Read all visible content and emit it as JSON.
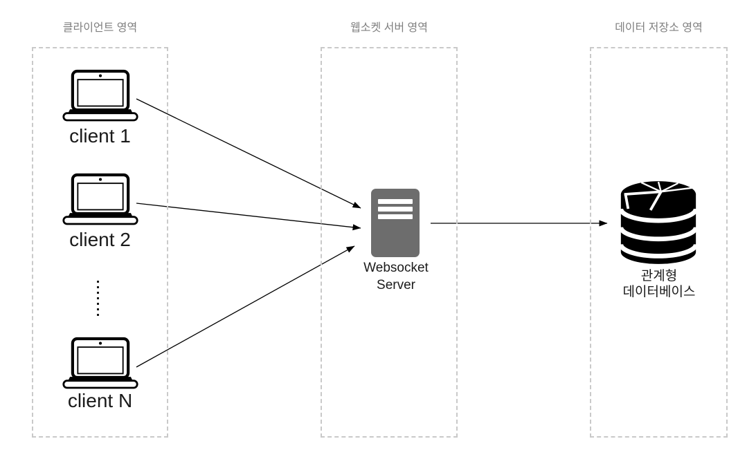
{
  "zones": [
    {
      "id": "clients",
      "title": "클라이언트 영역"
    },
    {
      "id": "websocket-server",
      "title": "웹소켓 서버 영역"
    },
    {
      "id": "data-storage",
      "title": "데이터 저장소 영역"
    }
  ],
  "clients": [
    {
      "id": "client-1",
      "label": "client 1"
    },
    {
      "id": "client-2",
      "label": "client 2"
    },
    {
      "id": "client-n",
      "label": "client N"
    }
  ],
  "server": {
    "label": [
      "Websocket",
      "Server"
    ]
  },
  "database": {
    "label": [
      "관계형",
      "데이터베이스"
    ]
  },
  "connections": [
    {
      "from": "client-1",
      "to": "websocket-server"
    },
    {
      "from": "client-2",
      "to": "websocket-server"
    },
    {
      "from": "client-n",
      "to": "websocket-server"
    },
    {
      "from": "websocket-server",
      "to": "relational-database"
    }
  ],
  "icons": {
    "client": "laptop-icon",
    "server": "server-icon",
    "database": "database-cylinder-icon",
    "clients_more": "vertical-ellipsis-dots"
  },
  "colors": {
    "background": "#ffffff",
    "zone_border": "#c9c9c9",
    "zone_title_text": "#7f7f7f",
    "server_fill": "#6d6d6d",
    "icon_color": "#000000",
    "label_text": "#1a1a1a",
    "arrow": "#000000"
  }
}
